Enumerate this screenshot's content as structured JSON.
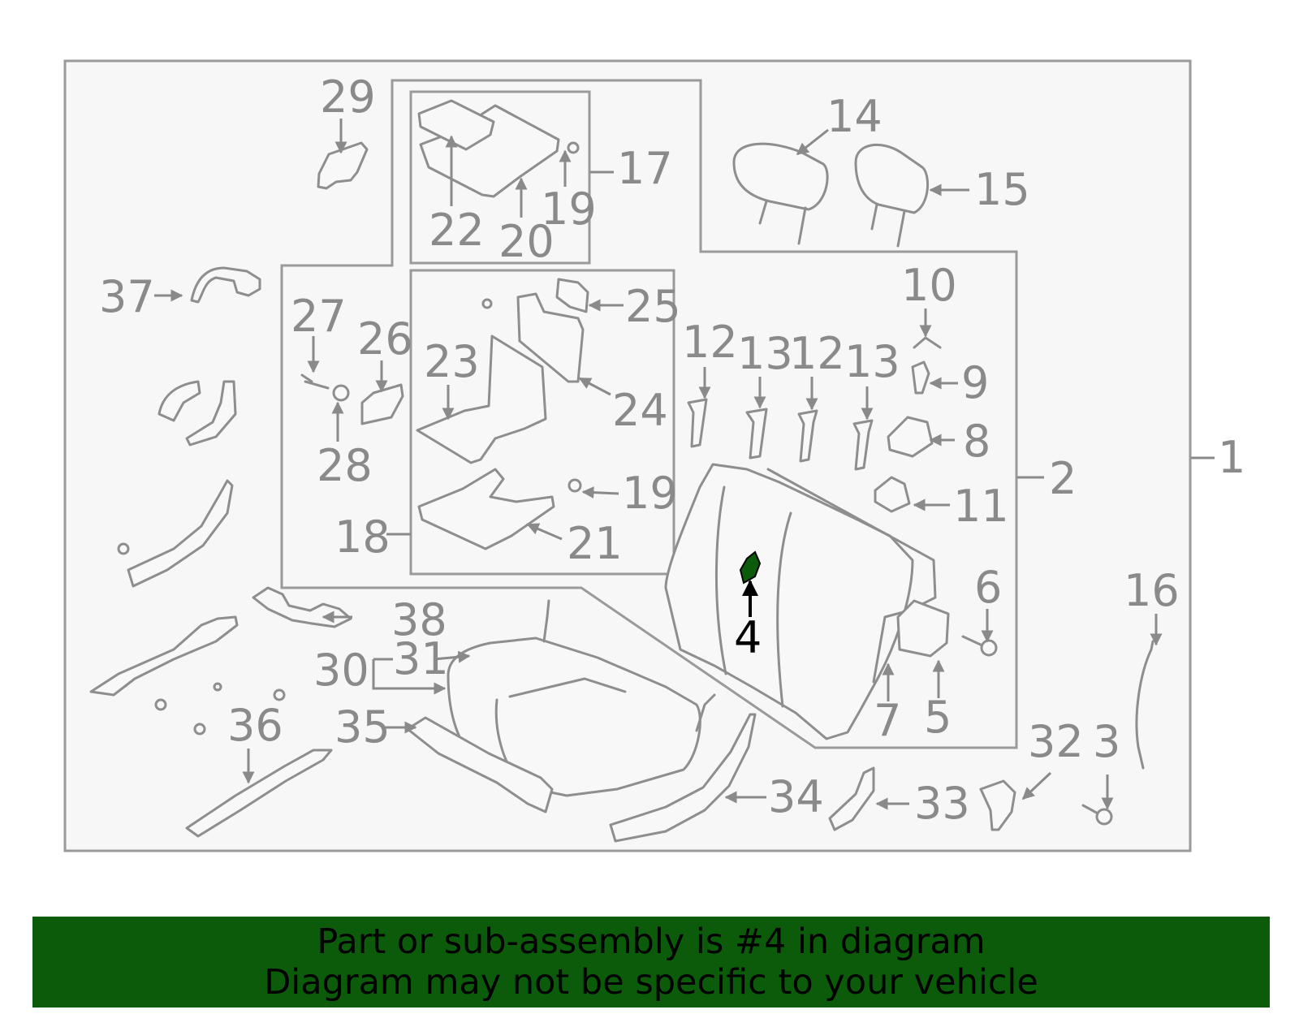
{
  "diagram": {
    "highlight_color": "#0b5b0b",
    "labels": {
      "n1": "1",
      "n2": "2",
      "n3": "3",
      "n4": "4",
      "n5": "5",
      "n6": "6",
      "n7": "7",
      "n8": "8",
      "n9": "9",
      "n10": "10",
      "n11": "11",
      "n12a": "12",
      "n12b": "12",
      "n13a": "13",
      "n13b": "13",
      "n14": "14",
      "n15": "15",
      "n16": "16",
      "n17": "17",
      "n18": "18",
      "n19a": "19",
      "n19b": "19",
      "n20": "20",
      "n21": "21",
      "n22": "22",
      "n23": "23",
      "n24": "24",
      "n25": "25",
      "n26": "26",
      "n27": "27",
      "n28": "28",
      "n29": "29",
      "n30": "30",
      "n31": "31",
      "n32": "32",
      "n33": "33",
      "n34": "34",
      "n35": "35",
      "n36": "36",
      "n37": "37",
      "n38": "38"
    }
  },
  "banner": {
    "background": "#0b5b0b",
    "line1": "Part or sub-assembly is #4 in diagram",
    "line2": "Diagram may not be specific to your vehicle"
  }
}
